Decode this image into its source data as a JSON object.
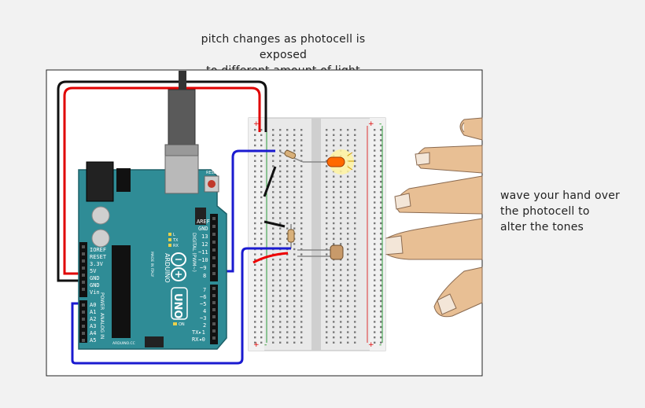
{
  "annotations": {
    "top_line1": "pitch changes as photocell is exposed",
    "top_line2": "to different amount of light",
    "side_line1": "wave your hand over",
    "side_line2": "the photocell to",
    "side_line3": "alter the tones"
  },
  "arduino": {
    "model": "UNO",
    "brand": "ARDUINO",
    "made_in": "MADE IN ITALY",
    "url": "ARDUINO.CC",
    "reset_label": "RESET",
    "power_header_title": "POWER",
    "analog_header_title": "ANALOG IN",
    "digital_header_title": "DIGITAL (PWM~)",
    "power_pins": [
      "IOREF",
      "RESET",
      "3.3V",
      "5V",
      "GND",
      "GND",
      "Vin"
    ],
    "analog_pins": [
      "A0",
      "A1",
      "A2",
      "A3",
      "A4",
      "A5"
    ],
    "top_right_pins": [
      "AREF",
      "GND",
      "13",
      "12",
      "~11",
      "~10",
      "~9",
      "8"
    ],
    "bottom_right_pins": [
      "7",
      "~6",
      "~5",
      "4",
      "~3",
      "2",
      "TX▸1",
      "RX◂0"
    ],
    "leds": [
      "L",
      "TX",
      "RX"
    ],
    "on_label": "ON"
  },
  "colors": {
    "board": "#2f8c96",
    "wire_red": "#e00000",
    "wire_black": "#111111",
    "wire_blue": "#1a1ad0",
    "breadboard": "#e9e9e9",
    "led": "#ff6a00",
    "hand": "#e8bf94"
  },
  "breadboard": {
    "plus": "+",
    "minus": "-"
  }
}
